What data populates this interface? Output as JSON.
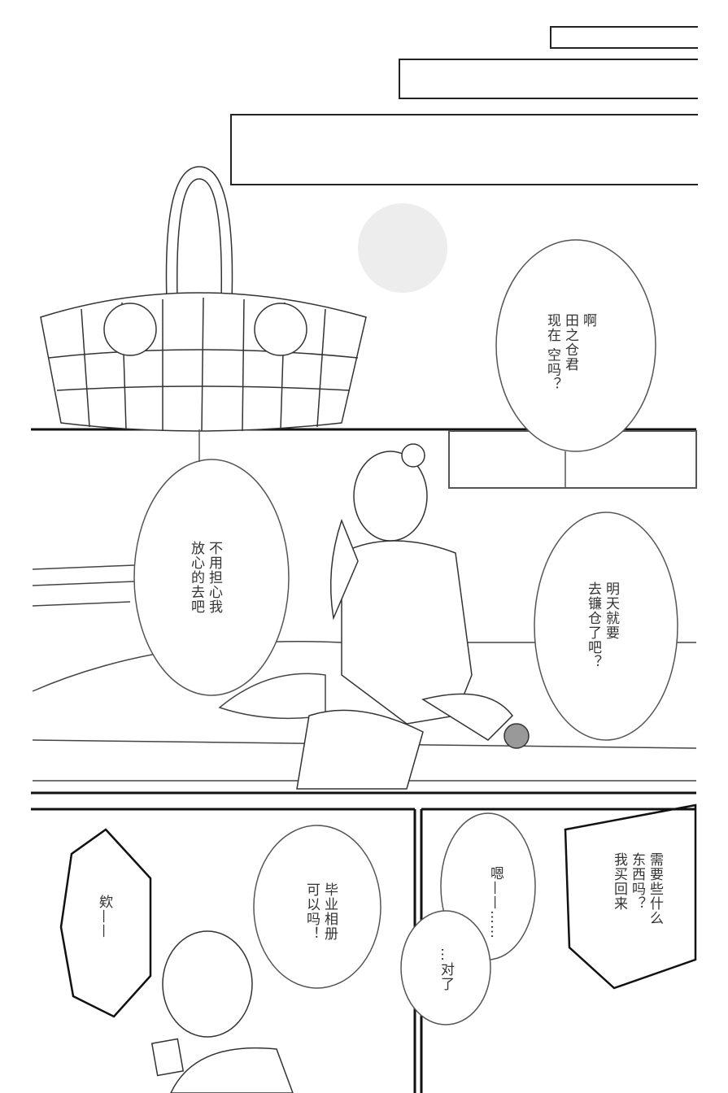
{
  "bubbles": {
    "top_right": "啊\n田之仓君\n现在 空吗？",
    "left_middle": "不用担心我\n放心的去吧",
    "right_middle": "明天就要\n去镰仓了吧？",
    "bottom_left_shout": "欸——",
    "bottom_center": "毕业相册\n可以吗！",
    "bottom_hmm": "嗯——……",
    "bottom_then": "…对了",
    "bottom_right_shout": "需要些什么\n东西吗？\n我买回来"
  }
}
